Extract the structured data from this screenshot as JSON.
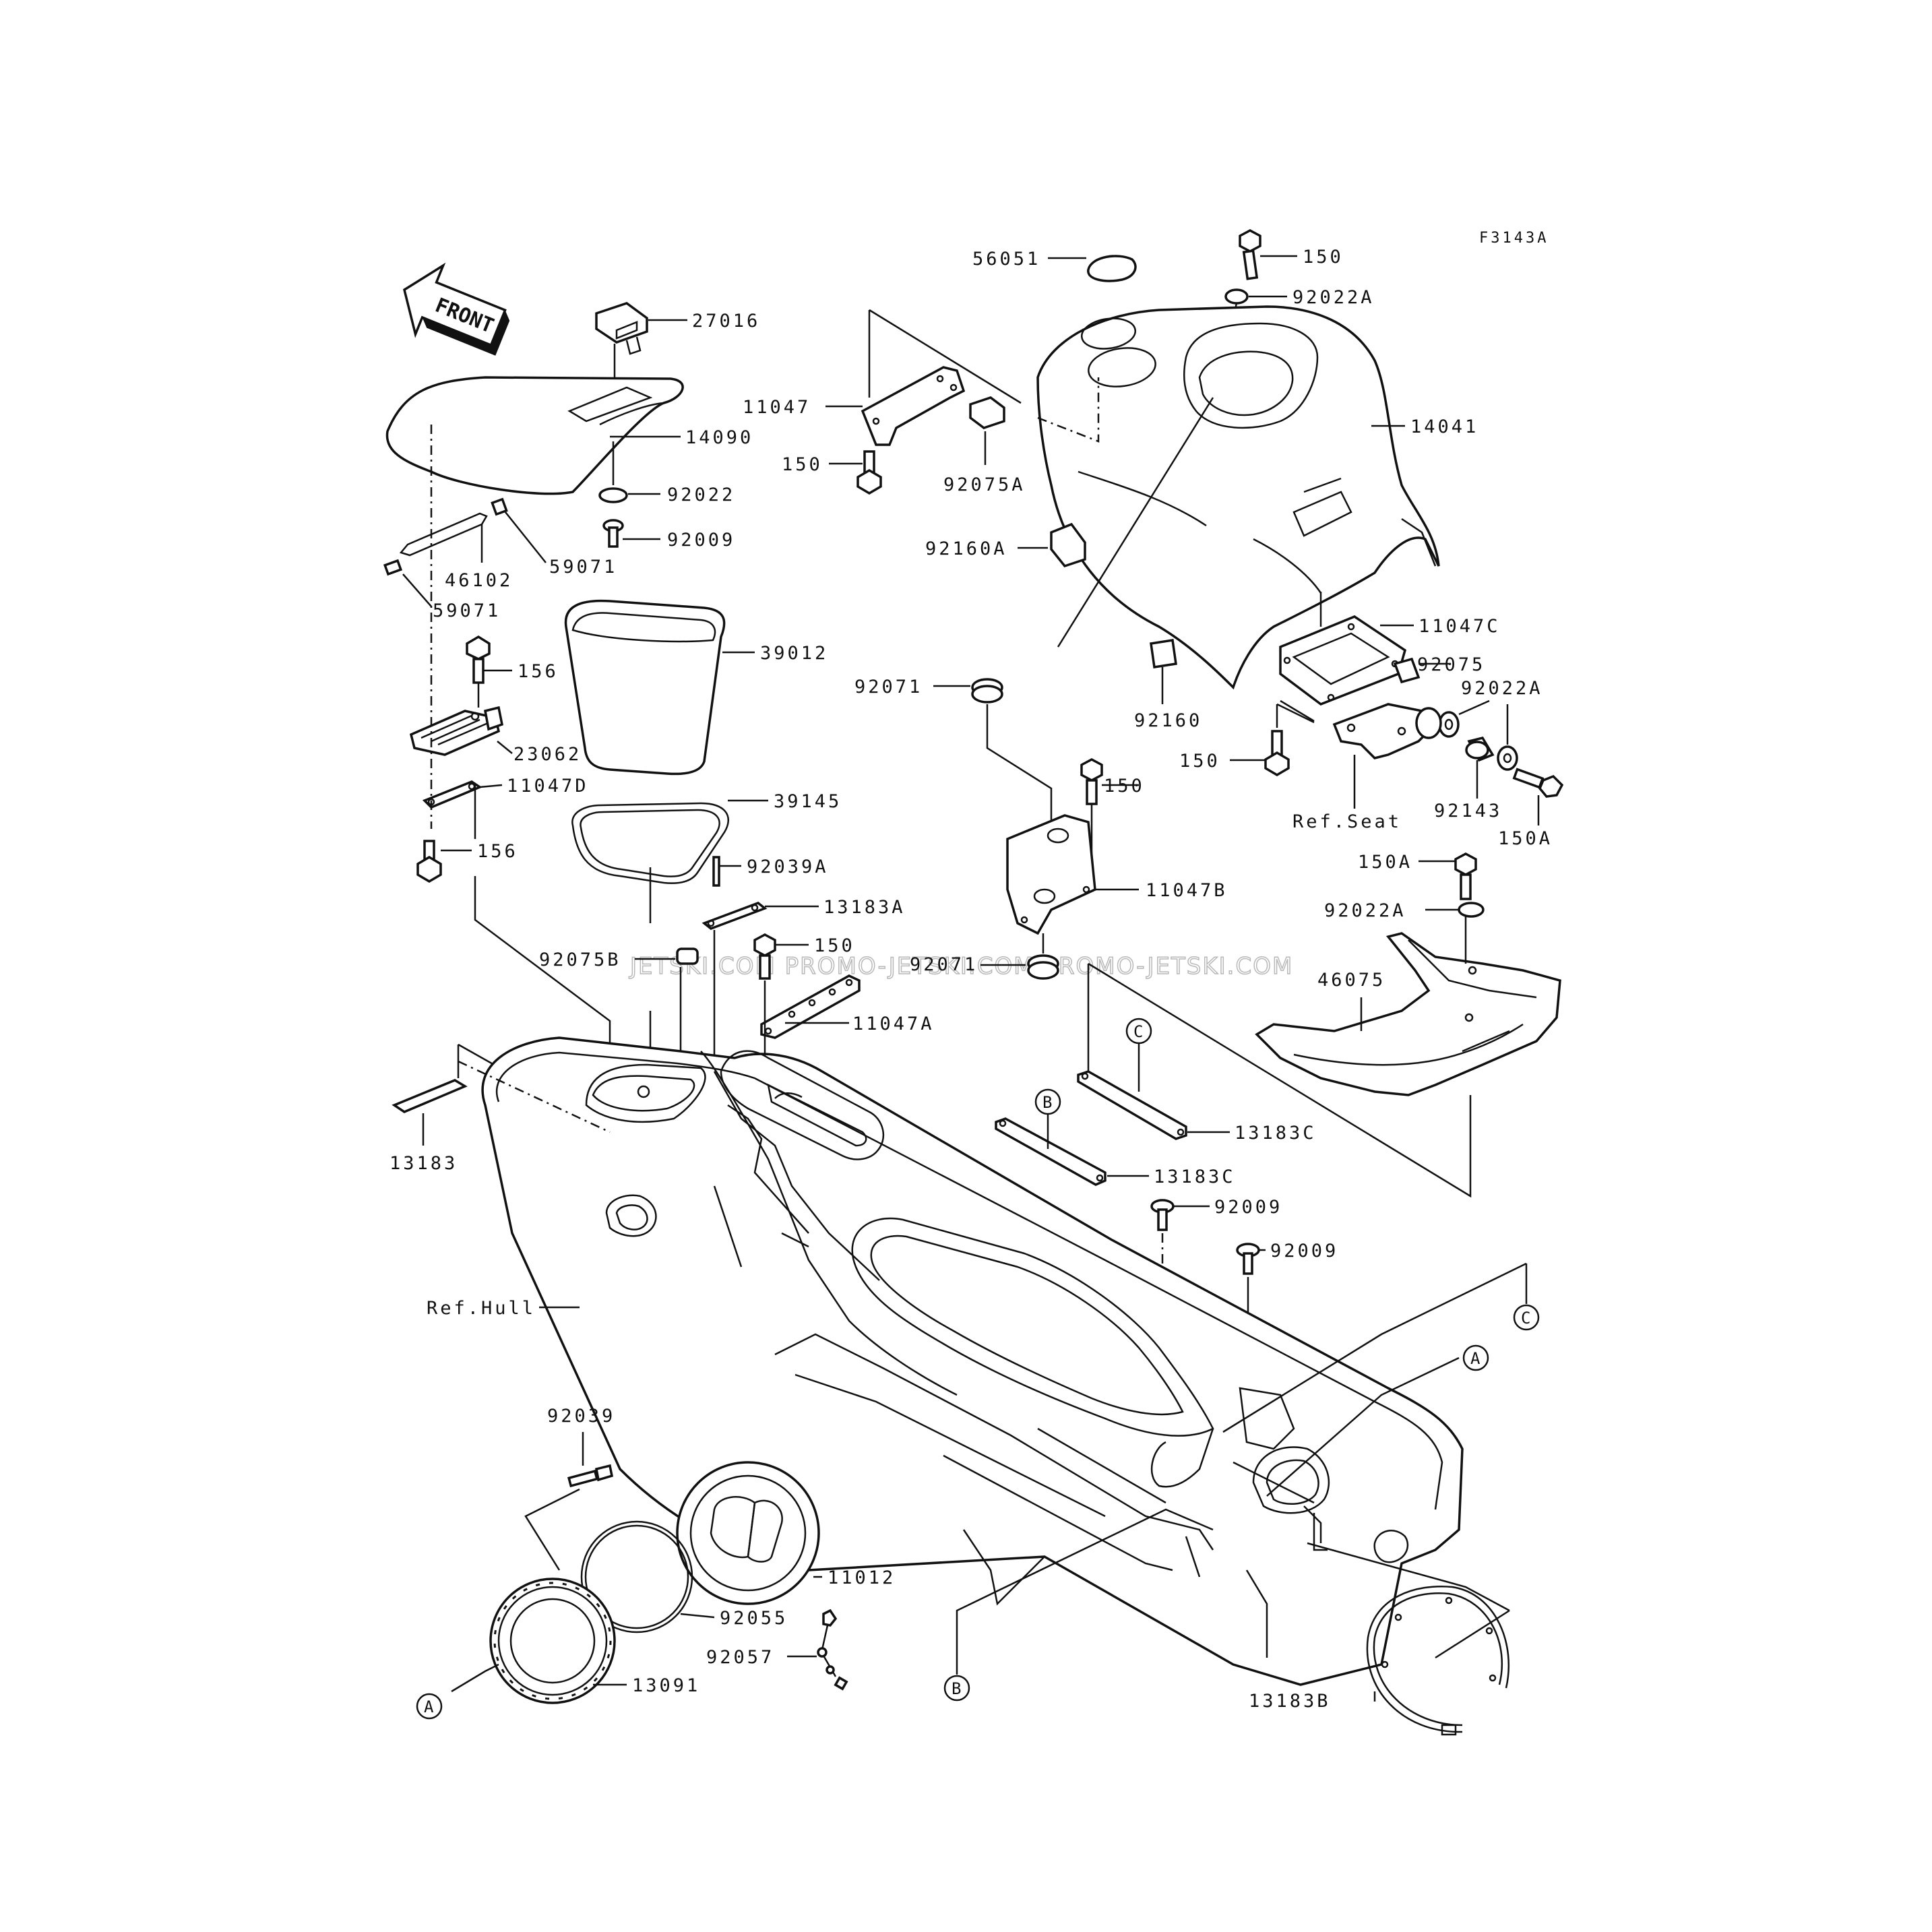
{
  "figure_code": "F3143A",
  "watermark": "JETSKI.COM PROMO-JETSKI.COM PROMO-JETSKI.COM",
  "front_arrow": {
    "label": "FRONT",
    "icon": "front-direction-arrow-icon"
  },
  "parts": [
    {
      "id": "p27016",
      "label": "27016"
    },
    {
      "id": "p14090",
      "label": "14090"
    },
    {
      "id": "p92022",
      "label": "92022"
    },
    {
      "id": "p92009a",
      "label": "92009"
    },
    {
      "id": "p46102",
      "label": "46102"
    },
    {
      "id": "p59071a",
      "label": "59071"
    },
    {
      "id": "p59071b",
      "label": "59071"
    },
    {
      "id": "p39012",
      "label": "39012"
    },
    {
      "id": "p156a",
      "label": "156"
    },
    {
      "id": "p23062",
      "label": "23062"
    },
    {
      "id": "p11047d",
      "label": "11047D"
    },
    {
      "id": "p39145",
      "label": "39145"
    },
    {
      "id": "p156b",
      "label": "156"
    },
    {
      "id": "p92039a",
      "label": "92039A"
    },
    {
      "id": "p13183a",
      "label": "13183A"
    },
    {
      "id": "p150c",
      "label": "150"
    },
    {
      "id": "p92075b",
      "label": "92075B"
    },
    {
      "id": "p11047a",
      "label": "11047A"
    },
    {
      "id": "p13183",
      "label": "13183"
    },
    {
      "id": "p56051",
      "label": "56051"
    },
    {
      "id": "p150top",
      "label": "150"
    },
    {
      "id": "p92022atop",
      "label": "92022A"
    },
    {
      "id": "p11047",
      "label": "11047"
    },
    {
      "id": "p14041",
      "label": "14041"
    },
    {
      "id": "p150a1",
      "label": "150"
    },
    {
      "id": "p92075a",
      "label": "92075A"
    },
    {
      "id": "p92160a",
      "label": "92160A"
    },
    {
      "id": "p11047c",
      "label": "11047C"
    },
    {
      "id": "p92075",
      "label": "92075"
    },
    {
      "id": "p92022amid",
      "label": "92022A"
    },
    {
      "id": "p92071a",
      "label": "92071"
    },
    {
      "id": "p92160",
      "label": "92160"
    },
    {
      "id": "p150mid",
      "label": "150"
    },
    {
      "id": "p150b",
      "label": "150"
    },
    {
      "id": "p92143",
      "label": "92143"
    },
    {
      "id": "p150A",
      "label": "150A"
    },
    {
      "id": "pRefSeat",
      "label": "Ref.Seat"
    },
    {
      "id": "p11047b",
      "label": "11047B"
    },
    {
      "id": "p150A2",
      "label": "150A"
    },
    {
      "id": "p92022A3",
      "label": "92022A"
    },
    {
      "id": "p92071b",
      "label": "92071"
    },
    {
      "id": "p46075",
      "label": "46075"
    },
    {
      "id": "p13183c1",
      "label": "13183C"
    },
    {
      "id": "p13183c2",
      "label": "13183C"
    },
    {
      "id": "p92009b",
      "label": "92009"
    },
    {
      "id": "p92009c",
      "label": "92009"
    },
    {
      "id": "pRefHull",
      "label": "Ref.Hull"
    },
    {
      "id": "p92039",
      "label": "92039"
    },
    {
      "id": "p11012",
      "label": "11012"
    },
    {
      "id": "p92055",
      "label": "92055"
    },
    {
      "id": "p92057",
      "label": "92057"
    },
    {
      "id": "p13091",
      "label": "13091"
    },
    {
      "id": "p13183b",
      "label": "13183B"
    }
  ],
  "callouts": [
    {
      "id": "cC1",
      "label": "C"
    },
    {
      "id": "cB1",
      "label": "B"
    },
    {
      "id": "cC2",
      "label": "C"
    },
    {
      "id": "cA1",
      "label": "A"
    },
    {
      "id": "cB2",
      "label": "B"
    },
    {
      "id": "cA2",
      "label": "A"
    }
  ]
}
